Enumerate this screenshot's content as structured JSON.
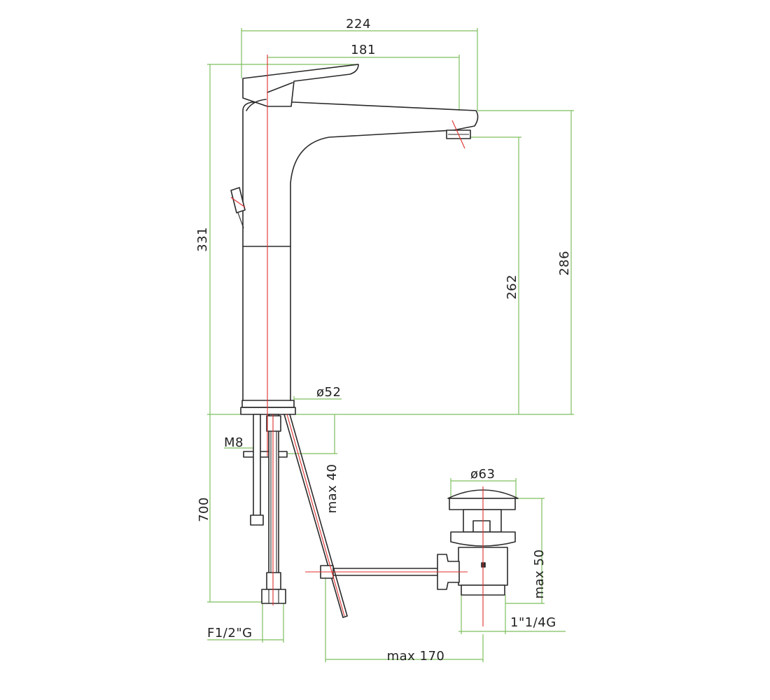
{
  "colors": {
    "object_lines": "#2a2a2a",
    "dimension_lines": "#7fbf5f",
    "center_lines": "#e0302f",
    "background": "#ffffff"
  },
  "dimensions": {
    "overall_width": "224",
    "spout_reach": "181",
    "overall_height": "331",
    "height_to_top_of_spout": "286",
    "height_to_aerator": "262",
    "base_diameter": "ø52",
    "stud_thread": "M8",
    "max_deck_thickness": "max  40",
    "hose_length": "700",
    "hose_connection": "F1/2\"G",
    "waste_diameter": "ø63",
    "max_basin_thickness": "max  50",
    "waste_thread": "1\"1/4G",
    "max_rod_reach": "max  170"
  }
}
